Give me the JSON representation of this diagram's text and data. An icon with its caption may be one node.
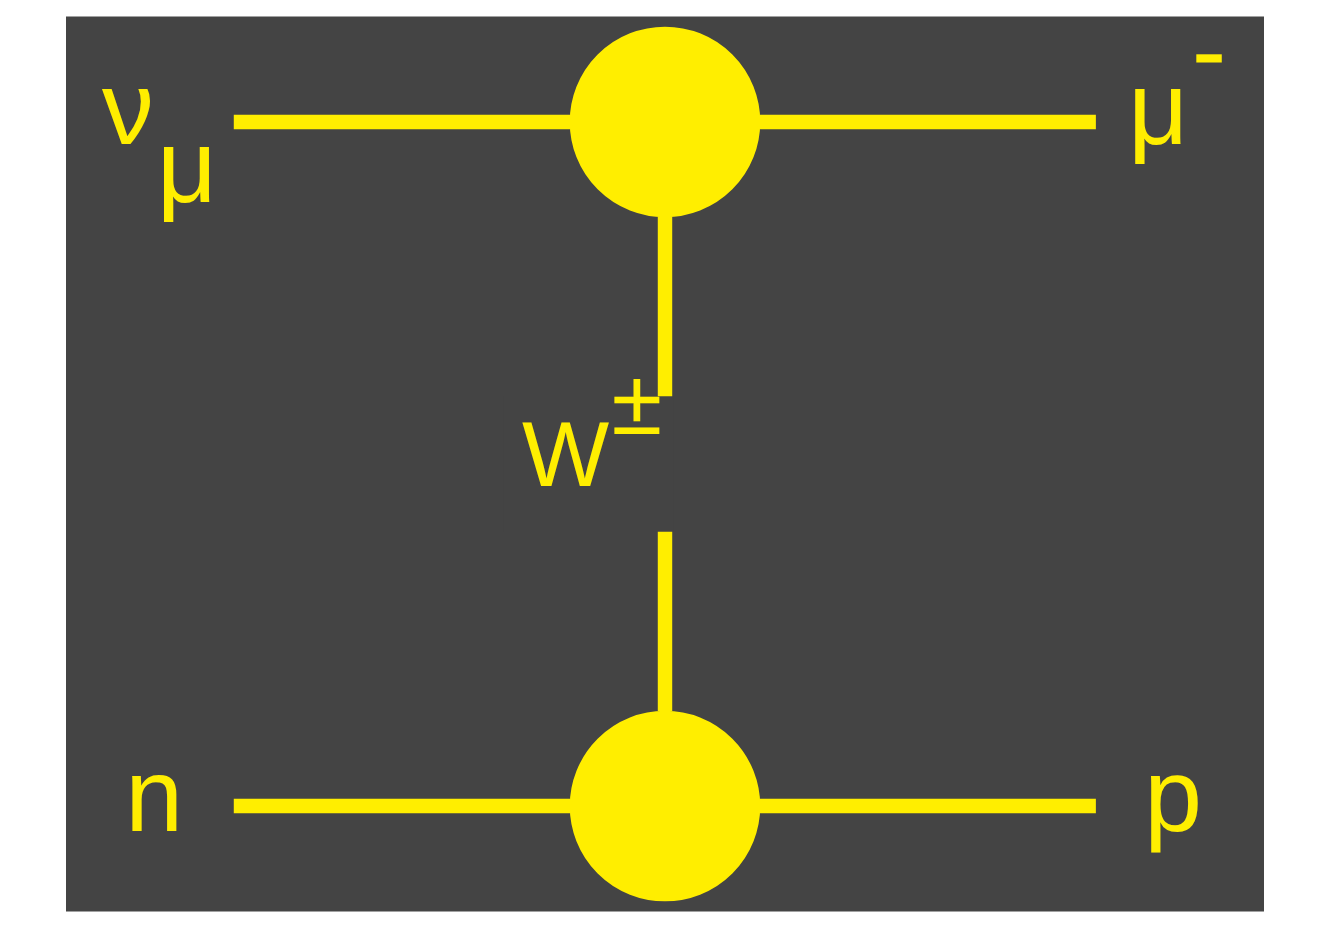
{
  "diagram": {
    "nodes": [
      {
        "text": [
          "ν$_{μ}$"
        ]
      },
      {
        "text": [
          "μ$^{-}$"
        ]
      },
      {
        "text": [],
        "shape": "circle"
      },
      {
        "text": [],
        "shape": "circle"
      },
      {
        "text": [
          "n"
        ]
      },
      {
        "text": [
          "p"
        ]
      }
    ],
    "edges": [
      {
        "from": 0,
        "to": 2,
        "arrow": "none"
      },
      {
        "from": 2,
        "to": 1,
        "arrow": "none"
      },
      {
        "from": 2,
        "to": 3,
        "arrow": "none",
        "label": "W$^{±}$"
      },
      {
        "from": 4,
        "to": 3,
        "arrow": "none"
      },
      {
        "from": 3,
        "to": 5,
        "arrow": "none"
      }
    ]
  }
}
